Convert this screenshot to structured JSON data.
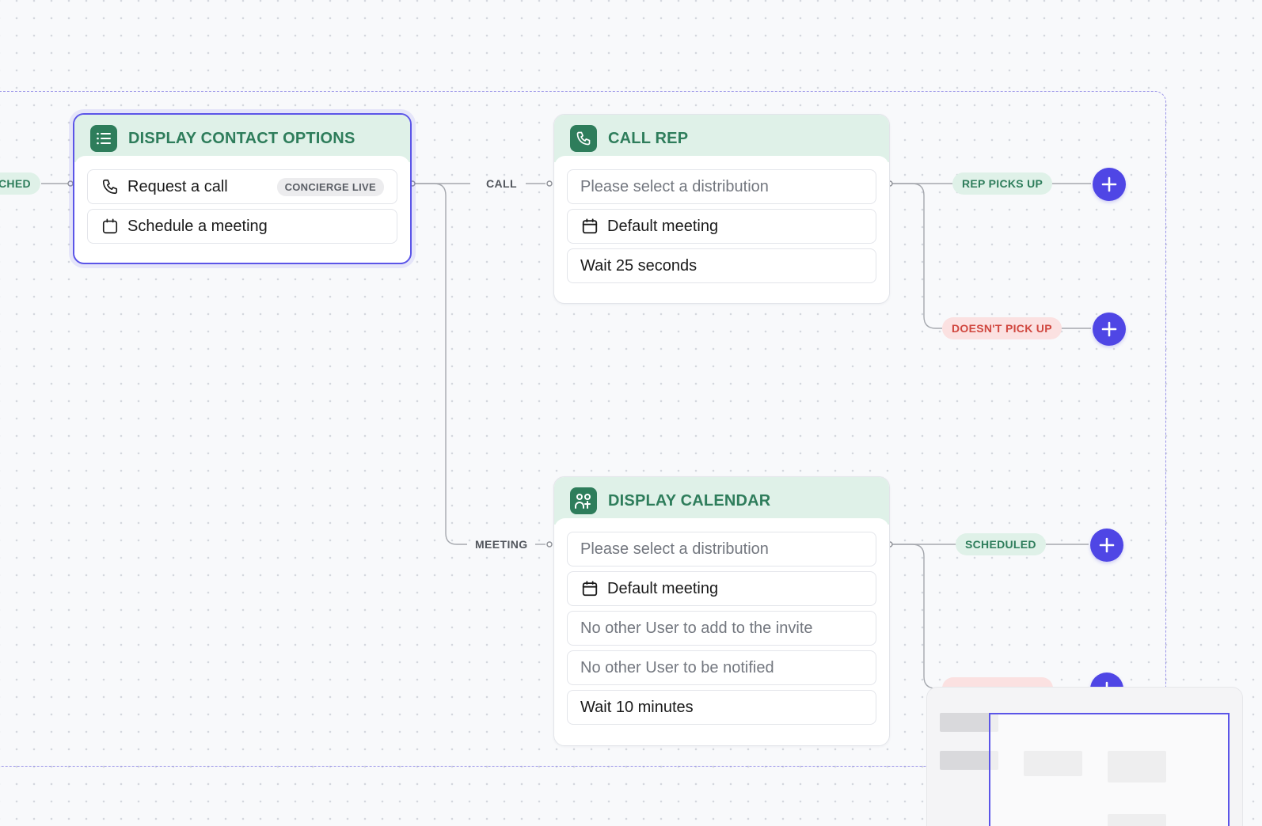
{
  "canvas": {
    "left_edge_badge": "CHED"
  },
  "nodes": {
    "contact_options": {
      "title": "DISPLAY CONTACT OPTIONS",
      "icon": "list-icon",
      "items": [
        {
          "label": "Request a call",
          "icon": "phone-icon",
          "tag": "CONCIERGE LIVE"
        },
        {
          "label": "Schedule a meeting",
          "icon": "calendar-icon"
        }
      ]
    },
    "call_rep": {
      "title": "CALL REP",
      "icon": "phone-icon",
      "rows": [
        {
          "text": "Please select a distribution",
          "placeholder": true
        },
        {
          "text": "Default meeting",
          "icon": "calendar-icon"
        },
        {
          "text": "Wait 25 seconds"
        }
      ]
    },
    "display_calendar": {
      "title": "DISPLAY CALENDAR",
      "icon": "users-icon",
      "rows": [
        {
          "text": "Please select a distribution",
          "placeholder": true
        },
        {
          "text": "Default meeting",
          "icon": "calendar-icon"
        },
        {
          "text": "No other User to add to the invite",
          "placeholder": true
        },
        {
          "text": "No other User to be notified",
          "placeholder": true
        },
        {
          "text": "Wait 10 minutes"
        }
      ]
    }
  },
  "edges": {
    "call": "CALL",
    "meeting": "MEETING",
    "rep_picks_up": "REP PICKS UP",
    "doesnt_pick_up": "DOESN'T PICK UP",
    "scheduled": "SCHEDULED"
  },
  "colors": {
    "accent": "#4f46e5",
    "node_header_bg": "#dff1e8",
    "node_title": "#2e7d5b",
    "error_badge_bg": "#fbe1e1",
    "error_badge_text": "#d0473f"
  }
}
